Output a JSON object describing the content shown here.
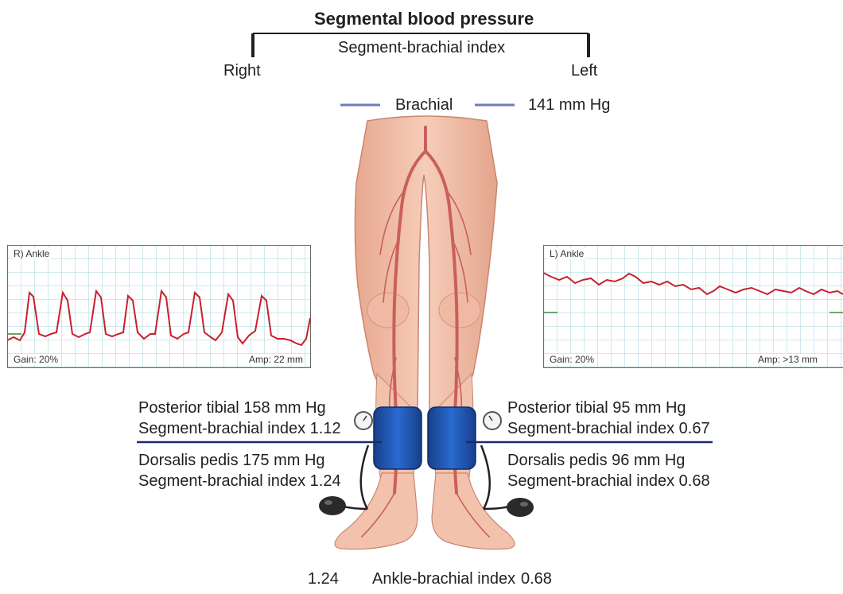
{
  "header": {
    "title": "Segmental blood pressure",
    "subtitle": "Segment-brachial index",
    "right_label": "Right",
    "left_label": "Left"
  },
  "brachial": {
    "label": "Brachial",
    "value": "141 mm Hg"
  },
  "right_panel": {
    "title": "R) Ankle",
    "gain": "Gain: 20%",
    "amp": "Amp: 22 mm"
  },
  "left_panel": {
    "title": "L) Ankle",
    "gain": "Gain: 20%",
    "amp": "Amp: >13 mm"
  },
  "right_readings": {
    "pt": "Posterior tibial 158 mm Hg",
    "pt_index": "Segment-brachial index 1.12",
    "dp": "Dorsalis pedis 175 mm Hg",
    "dp_index": "Segment-brachial index 1.24"
  },
  "left_readings": {
    "pt": "Posterior tibial 95 mm Hg",
    "pt_index": "Segment-brachial index 0.67",
    "dp": "Dorsalis pedis 96 mm Hg",
    "dp_index": "Segment-brachial index 0.68"
  },
  "abi": {
    "right_value": "1.24",
    "label": "Ankle-brachial index",
    "left_value": "0.68"
  },
  "colors": {
    "skin": "#f3c2ad",
    "skin_shadow": "#e3a08a",
    "artery": "#c9605a",
    "cuff": "#1f56b0",
    "grid": "#9fd4d8",
    "wave": "#c8202e",
    "navy_line": "#1b2a6b",
    "brachial_line": "#6f7fb5"
  },
  "icons": [
    "pressure-gauge-icon",
    "bulb-pump-icon"
  ]
}
